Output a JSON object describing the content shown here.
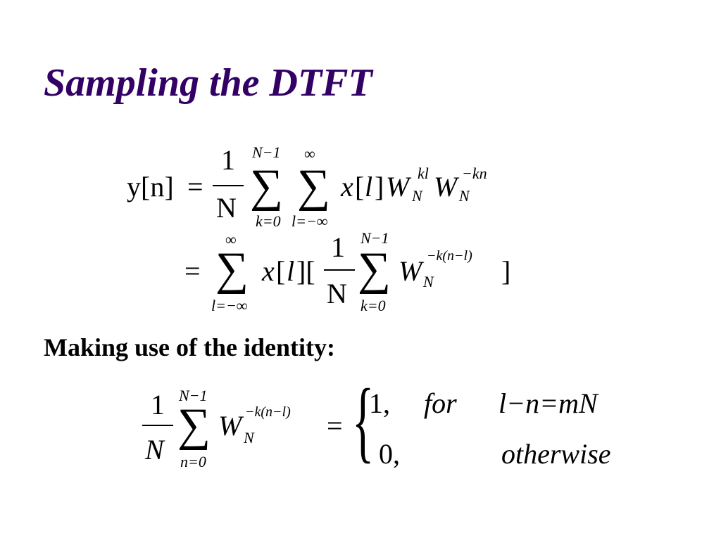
{
  "slide": {
    "title": "Sampling the DTFT",
    "subtitle": "Making use of the identity:"
  },
  "eq1": {
    "lhs": "y[n]",
    "eq": "=",
    "num": "1",
    "den": "N",
    "sum1": {
      "top": "N−1",
      "bottom": "k=0",
      "symbol": "∑"
    },
    "sum2": {
      "top": "∞",
      "bottom": "l=−∞",
      "symbol": "∑"
    },
    "x": "x",
    "bracket_l": "[",
    "l": "l",
    "bracket_r": "]",
    "W1": "W",
    "W1_sup": "kl",
    "W1_sub": "N",
    "W2": "W",
    "W2_sup": "−kn",
    "W2_sub": "N"
  },
  "eq2": {
    "eq": "=",
    "sum1": {
      "top": "∞",
      "bottom": "l=−∞",
      "symbol": "∑"
    },
    "x": "x",
    "bracket_l": "[",
    "l": "l",
    "mid": "][",
    "num": "1",
    "den": "N",
    "sum2": {
      "top": "N−1",
      "bottom": "k=0",
      "symbol": "∑"
    },
    "W": "W",
    "W_sup": "−k(n−l)",
    "W_sub": "N",
    "close": "]"
  },
  "eq3": {
    "num": "1",
    "den": "N",
    "sum": {
      "top": "N−1",
      "bottom": "n=0",
      "symbol": "∑"
    },
    "W": "W",
    "W_sup": "−k(n−l)",
    "W_sub": "N",
    "eq": "=",
    "brace": "{",
    "case1_value": "1,",
    "case1_for": "for",
    "case1_cond": "l−n=mN",
    "case2_value": "0,",
    "case2_cond": "otherwise"
  }
}
